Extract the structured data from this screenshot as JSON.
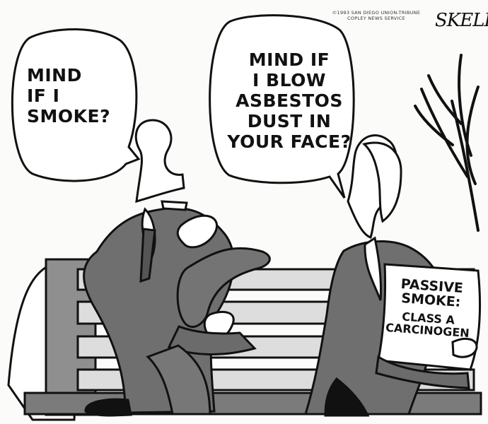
{
  "cartoon": {
    "speech_left": "MIND\nIF I\nSMOKE?",
    "speech_right": "MIND IF\nI BLOW\nASBESTOS\nDUST IN\nYOUR FACE?",
    "newspaper_headline": "PASSIVE\nSMOKE:",
    "newspaper_subheadline": "CLASS A\nCARCINOGEN",
    "copyright": "©1993 SAN DIEGO UNION-TRIBUNE\nCOPLEY NEWS SERVICE",
    "signature": "SKELLY"
  }
}
